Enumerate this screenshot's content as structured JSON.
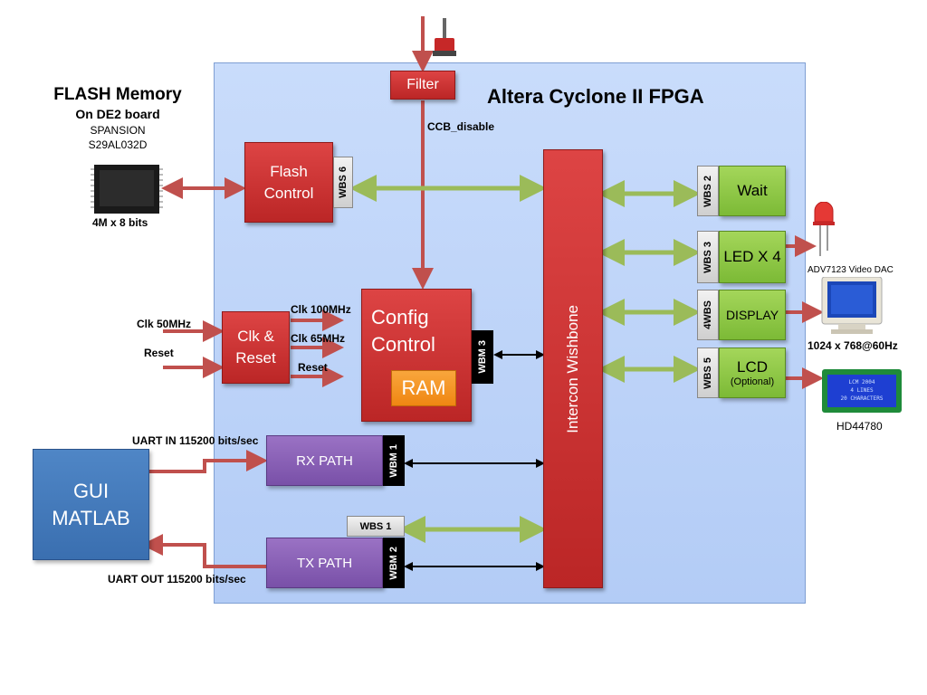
{
  "fpga": {
    "title": "Altera  Cyclone II FPGA"
  },
  "flash_memory": {
    "title": "FLASH Memory",
    "subtitle": "On DE2 board",
    "vendor": "SPANSION",
    "part": "S29AL032D",
    "size": "4M x 8 bits"
  },
  "filter": {
    "label": "Filter",
    "signal": "CCB_disable"
  },
  "flash_control": {
    "line1": "Flash",
    "line2": "Control",
    "port": "WBS 6"
  },
  "config_control": {
    "line1": "Config",
    "line2": "Control",
    "ram": "RAM",
    "port": "WBM 3"
  },
  "clk_reset": {
    "line1": "Clk &",
    "line2": "Reset",
    "in_clk": "Clk 50MHz",
    "in_reset": "Reset",
    "out_clk100": "Clk 100MHz",
    "out_clk65": "Clk 65MHz",
    "out_reset": "Reset"
  },
  "intercon": {
    "label": "Intercon Wishbone"
  },
  "wait": {
    "label": "Wait",
    "port": "WBS 2"
  },
  "led": {
    "label": "LED X 4",
    "port": "WBS 3"
  },
  "display": {
    "label": "DISPLAY",
    "port": "4WBS",
    "dac": "ADV7123 Video DAC",
    "resolution": "1024 x 768@60Hz"
  },
  "lcd": {
    "label": "LCD",
    "note": "(Optional)",
    "port": "WBS 5",
    "controller": "HD44780",
    "screen_lines": [
      "LCM 2004",
      "4 LINES",
      "20 CHARACTERS"
    ]
  },
  "rx_path": {
    "label": "RX PATH",
    "port": "WBM 1",
    "uart": "UART IN 115200 bits/sec"
  },
  "tx_path": {
    "label": "TX PATH",
    "port": "WBM 2",
    "slave_port": "WBS 1",
    "uart": "UART OUT 115200 bits/sec"
  },
  "gui": {
    "line1": "GUI",
    "line2": "MATLAB"
  },
  "colors": {
    "fpga_bg": "#c2d7f9",
    "red_block": "#cc3333",
    "green_block": "#8cc63f",
    "purple_block": "#8a60b8",
    "blue_block": "#4a7ebf",
    "red_arrow": "#c0504d",
    "green_arrow": "#9bbb59"
  }
}
